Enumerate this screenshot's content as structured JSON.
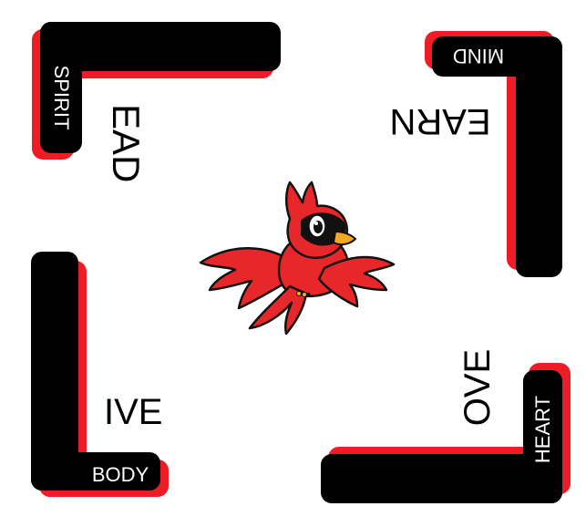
{
  "corners": {
    "top_left": {
      "tag": "SPIRIT",
      "word": "EAD"
    },
    "top_right": {
      "tag": "MIND",
      "word": "EARN"
    },
    "bottom_right": {
      "tag": "HEART",
      "word": "OVE"
    },
    "bottom_left": {
      "tag": "BODY",
      "word": "IVE"
    }
  },
  "colors": {
    "bar": "#000000",
    "shadow": "#ee1c24",
    "bird_red": "#e8272a",
    "beak": "#f5a623"
  },
  "mascot": {
    "icon": "cardinal-bird-icon"
  }
}
